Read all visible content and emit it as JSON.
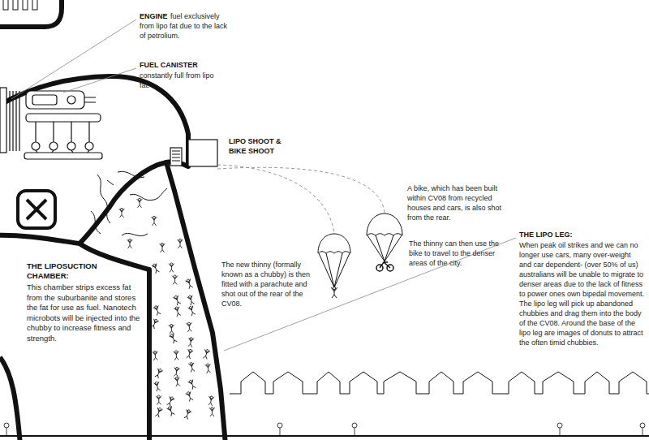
{
  "diagram": {
    "labels": [
      "ENGINE",
      "fuel exclusively from lipo fat due to the lack of petrolium.",
      "FUEL CANISTER",
      "constantly full from lipo fat.",
      "LIPO SHOOT & BIKE SHOOT",
      "A bike, which has been built within CV08 from recycled houses and cars, is also shot from the rear.",
      "The thinny can then use the bike to travel to the denser areas of the city.",
      "The new thinny (formally known as a chubby) is then fitted with a parachute and shot out of the rear of the CV08.",
      "THE LIPO LEG:",
      "When peak oil strikes and we can no longer use cars, many over-weight and car dependent- (over 50% of us) australians will be unable to migrate to denser areas due to the lack of fitness to power ones own bipedal movement. The lipo leg will pick up abandoned chubbies and drag them into the body of the CV08. Around the base of the lipo leg are images of donuts to attract the often timid chubbies.",
      "THE LIPOSUCTION CHAMBER:",
      "This chamber strips excess fat from the suburbanite and stores the fat for use as fuel. Nanotech microbots will be injected into the chubby to increase fitness and strength."
    ]
  }
}
